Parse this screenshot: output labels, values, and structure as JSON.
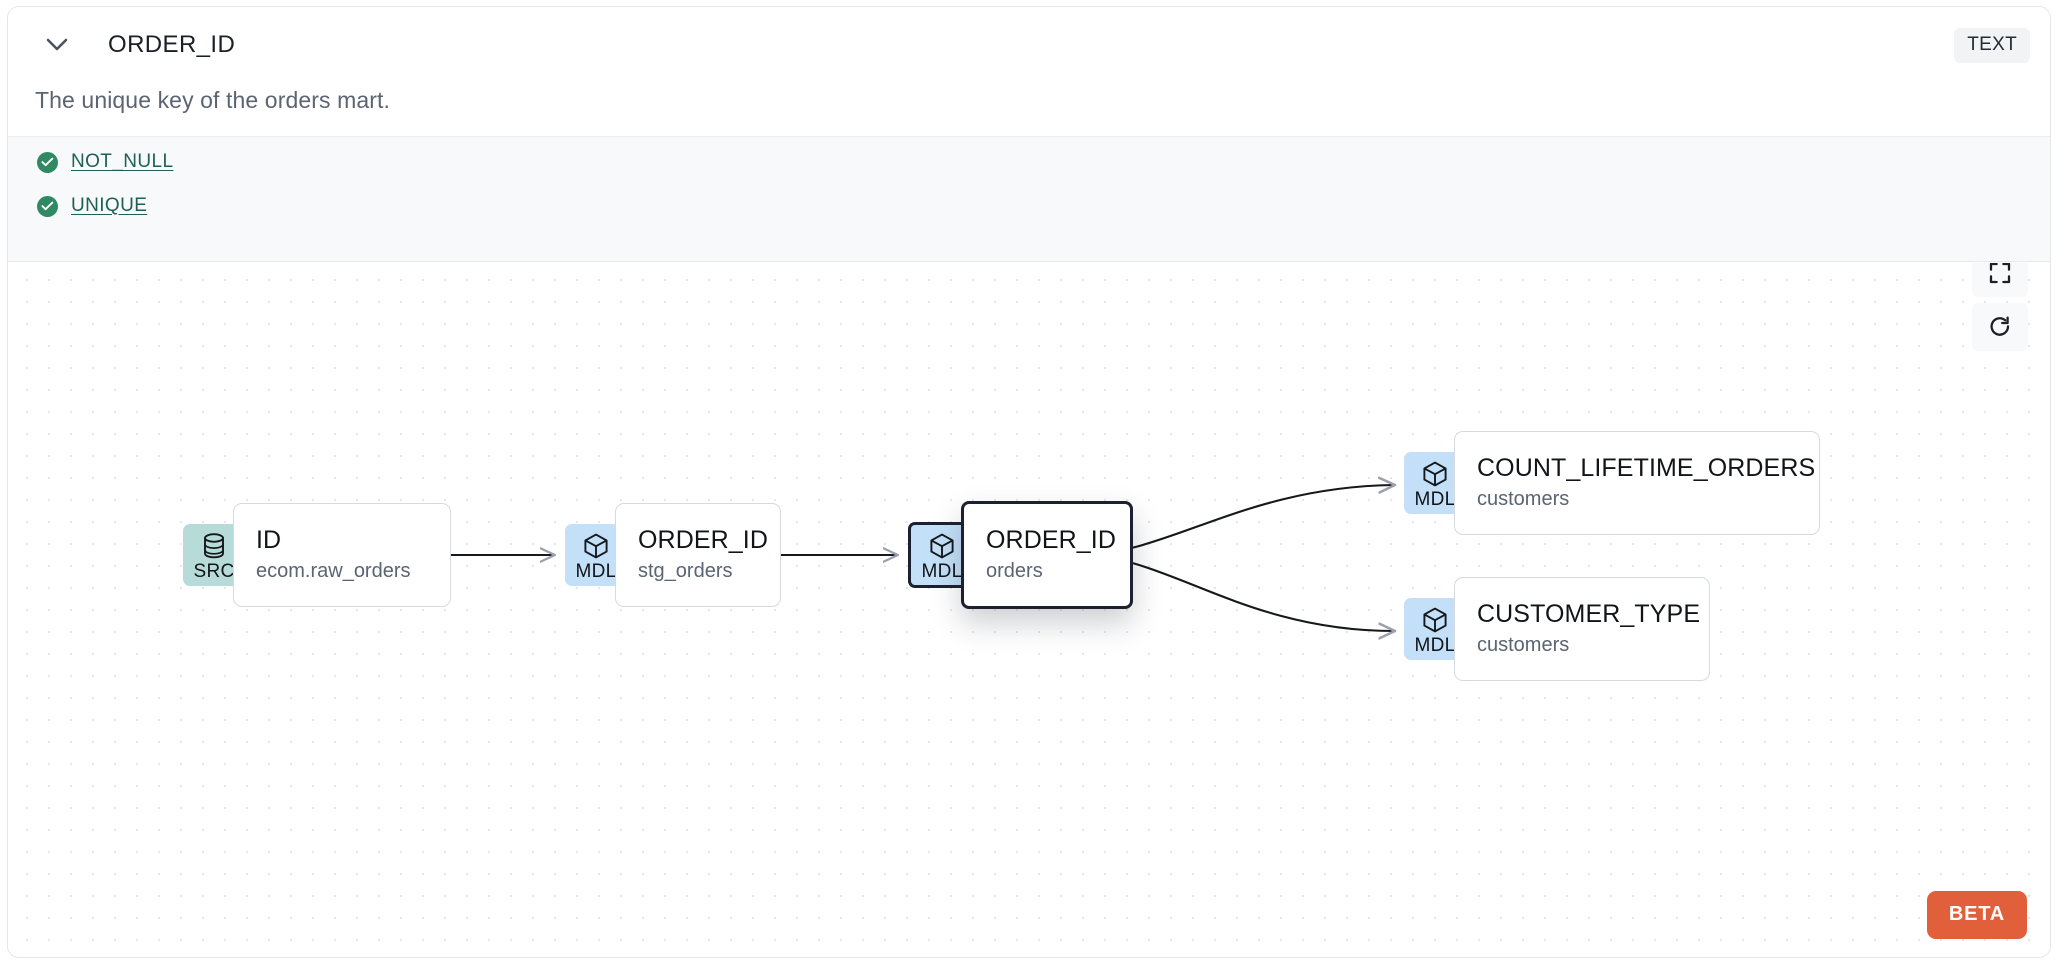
{
  "header": {
    "collapse_icon": "chevron-down-icon",
    "title": "ORDER_ID",
    "type_badge": "TEXT"
  },
  "description": "The unique key of the orders mart.",
  "tests": {
    "items": [
      {
        "status_icon": "check-circle-icon",
        "label": "NOT_NULL"
      },
      {
        "status_icon": "check-circle-icon",
        "label": "UNIQUE"
      }
    ]
  },
  "lineage": {
    "controls": [
      {
        "name": "fit-view-icon",
        "label": "Fit view"
      },
      {
        "name": "refresh-icon",
        "label": "Reset"
      }
    ],
    "beta_label": "BETA",
    "nodes": [
      {
        "id": "src",
        "badge": "SRC",
        "badge_icon": "database-icon",
        "name": "ID",
        "sub": "ecom.raw_orders",
        "selected": false
      },
      {
        "id": "stg",
        "badge": "MDL",
        "badge_icon": "cube-icon",
        "name": "ORDER_ID",
        "sub": "stg_orders",
        "selected": false
      },
      {
        "id": "sel",
        "badge": "MDL",
        "badge_icon": "cube-icon",
        "name": "ORDER_ID",
        "sub": "orders",
        "selected": true
      },
      {
        "id": "cnt",
        "badge": "MDL",
        "badge_icon": "cube-icon",
        "name": "COUNT_LIFETIME_ORDERS",
        "sub": "customers",
        "selected": false
      },
      {
        "id": "ctp",
        "badge": "MDL",
        "badge_icon": "cube-icon",
        "name": "CUSTOMER_TYPE",
        "sub": "customers",
        "selected": false
      }
    ],
    "edges": [
      {
        "from": "src",
        "to": "stg"
      },
      {
        "from": "stg",
        "to": "sel"
      },
      {
        "from": "sel",
        "to": "cnt"
      },
      {
        "from": "sel",
        "to": "ctp"
      }
    ]
  },
  "colors": {
    "src_badge": "#b6dbd8",
    "mdl_badge": "#c3e0f8",
    "test_pass": "#2f8a64",
    "test_link": "#1f6056",
    "beta": "#e1603b",
    "selected_border": "#1b2130",
    "tests_bg": "#f7f9fa"
  }
}
